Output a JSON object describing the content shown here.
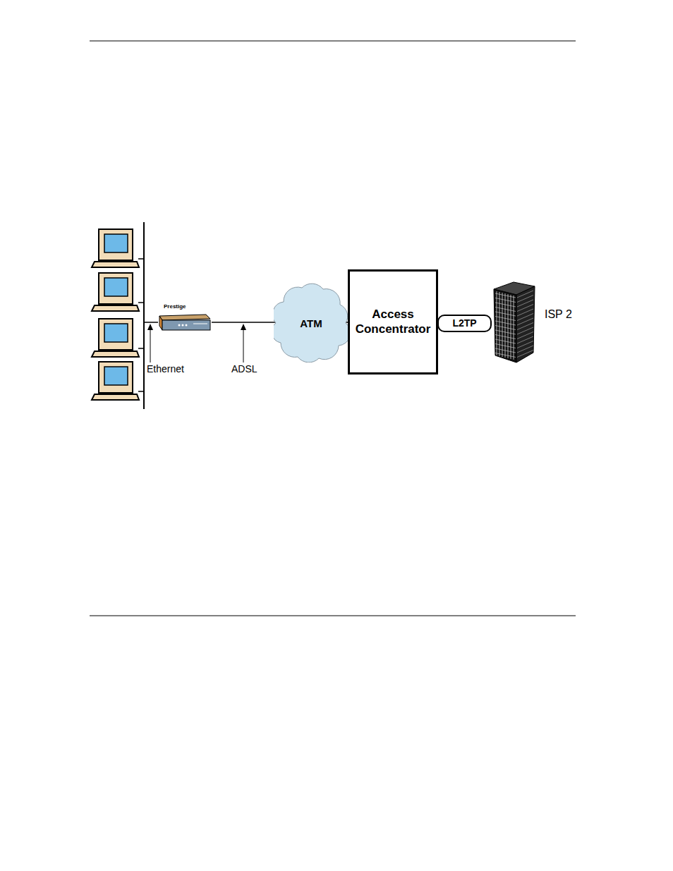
{
  "diagram": {
    "nodes": [
      {
        "text": [
          "Prestige"
        ]
      },
      {
        "text": [
          "ATM"
        ]
      },
      {
        "text": [
          "Access Concentrator"
        ]
      },
      {
        "text": [
          "L2TP"
        ]
      },
      {
        "text": [
          "ISP 2"
        ]
      }
    ],
    "edges": [
      {
        "from": 0,
        "to": 1,
        "arrow": "none"
      },
      {
        "from": 1,
        "to": 2,
        "arrow": "none"
      },
      {
        "from": 2,
        "to": 3,
        "arrow": "none"
      },
      {
        "from": 3,
        "to": 4,
        "arrow": "none"
      }
    ],
    "labels": [
      "Ethernet",
      "ADSL"
    ]
  }
}
